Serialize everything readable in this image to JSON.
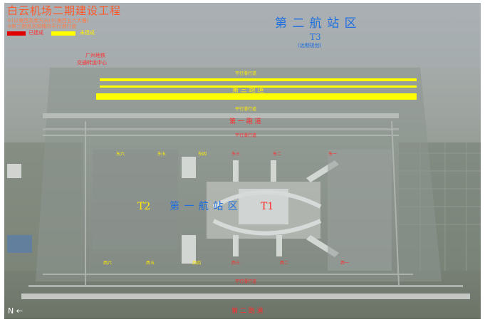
{
  "header": {
    "title": "白云机场二期建设工程",
    "line1": "①(以東西為南方向)②(東西五六大樓)",
    "line2": "③新三跑道及相關的平行滑行道"
  },
  "legend": {
    "built_label": "已建成",
    "planned_label": "未建成",
    "built_color": "#e00000",
    "planned_color": "#ffff00"
  },
  "labels": {
    "terminal_area_2": "第 二 航 站 区",
    "t3": "T3",
    "t3_note": "(远期规划)",
    "gtc": "广州地铁",
    "gtc2": "交通转运中心",
    "runway3": "第 三 跑 道",
    "runway1": "第 一 跑 道",
    "runway2": "第 二 跑 道",
    "taxi_a": "平行滑行道",
    "taxi_b": "平行滑行道",
    "taxi_c": "平行滑行道",
    "taxi_d": "平行滑行道",
    "t2": "T2",
    "terminal_area_1": "第 一 航 站 区",
    "t1": "T1",
    "north": "N ←"
  },
  "piers_east": [
    "东六",
    "东五",
    "东四",
    "东三",
    "东二",
    "东一"
  ],
  "piers_west": [
    "西六",
    "西五",
    "西四",
    "西三",
    "西二",
    "西一"
  ]
}
